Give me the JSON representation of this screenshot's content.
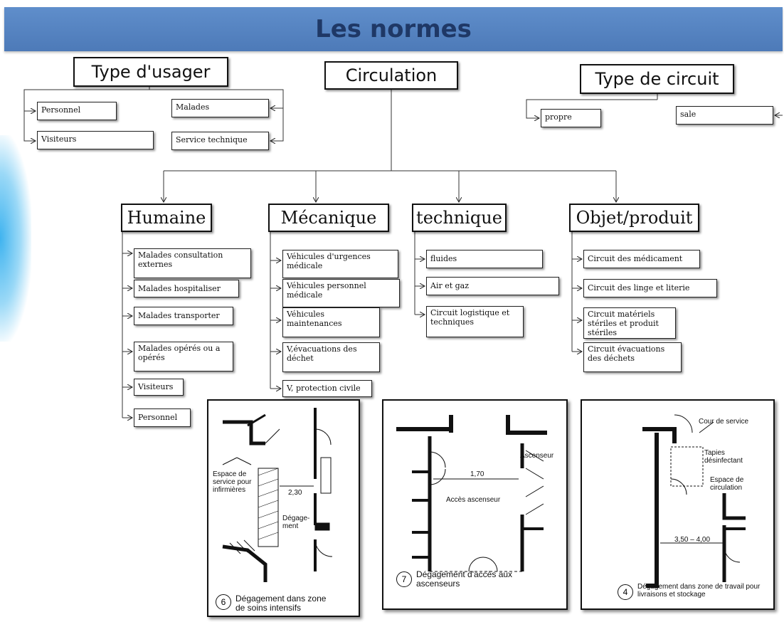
{
  "title": "Les normes",
  "root": "Circulation",
  "type_usager": {
    "label": "Type d'usager",
    "items": [
      "Personnel",
      "Malades",
      "Visiteurs",
      "Service technique"
    ]
  },
  "type_circuit": {
    "label": "Type de circuit",
    "items": [
      "propre",
      "sale"
    ]
  },
  "categories": [
    {
      "label": "Humaine",
      "items": [
        "Malades consultation externes",
        "Malades hospitaliser",
        "Malades transporter",
        "Malades opérés ou a opérés",
        "Visiteurs",
        "Personnel"
      ]
    },
    {
      "label": "Mécanique",
      "items": [
        "Véhicules d'urgences médicale",
        "Véhicules personnel médicale",
        "Véhicules maintenances",
        "V,évacuations des déchet",
        "V, protection civile"
      ]
    },
    {
      "label": "technique",
      "items": [
        "fluides",
        "Air et gaz",
        "Circuit logistique et techniques"
      ]
    },
    {
      "label": "Objet/produit",
      "items": [
        "Circuit des médicament",
        "Circuit des linge et literie",
        "Circuit matériels stériles et produit stériles",
        "Circuit évacuations des déchets"
      ]
    }
  ],
  "plans": [
    {
      "number": "6",
      "caption": "Dégagement dans zone de soins intensifs",
      "labels": {
        "espace": "Espace de service pour infirmières",
        "dim": "2,30",
        "degagement": "Dégage-ment"
      }
    },
    {
      "number": "7",
      "caption": "Dégagement d'accès aux ascenseurs",
      "labels": {
        "ascenseur": "Ascenseur",
        "dim": "1,70",
        "acces": "Accès ascenseur"
      }
    },
    {
      "number": "4",
      "caption": "Dégagement dans zone de travail pour livraisons et stockage",
      "labels": {
        "cour": "Cour de service",
        "tapis": "Tapies désinfectant",
        "espace": "Espace de circulation",
        "dim": "3,50 – 4,00"
      }
    }
  ]
}
